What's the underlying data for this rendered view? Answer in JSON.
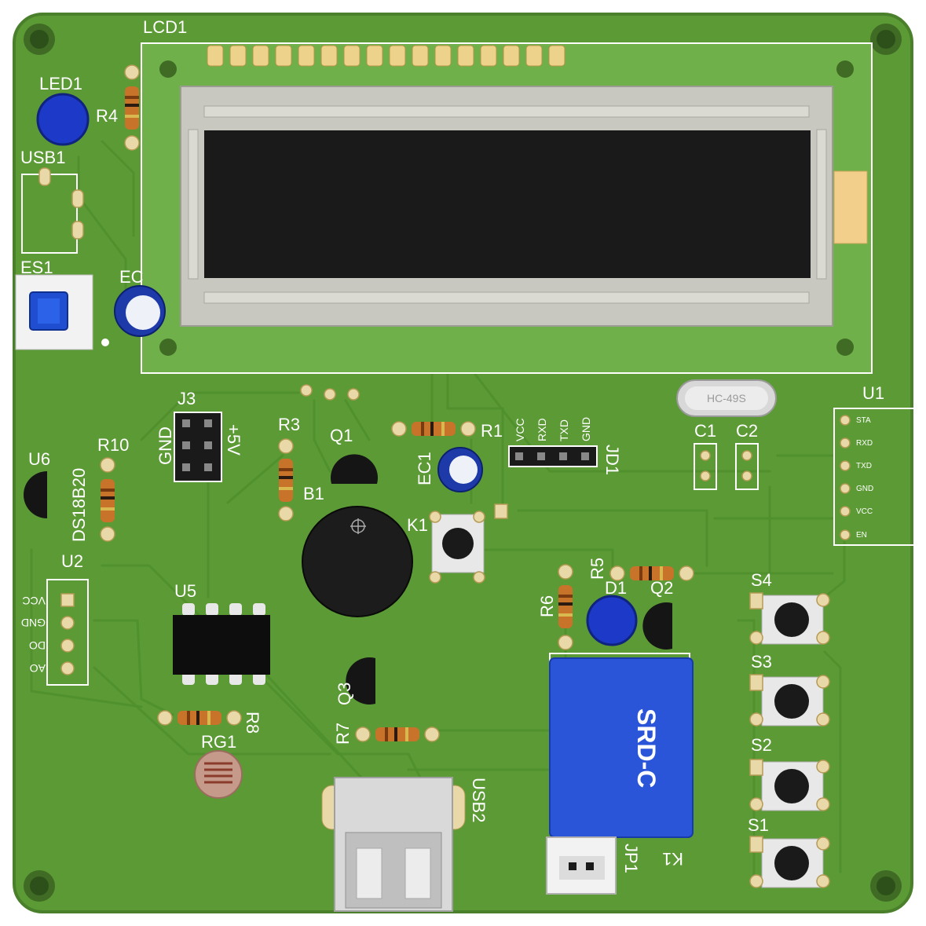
{
  "colors": {
    "board": "#5b9a35",
    "board_edge": "#4a7f2b",
    "lcd_frame": "#6fb04a",
    "lcd_bezel": "#c9c8c0",
    "lcd_screen": "#1a1a1a",
    "led": "#1d39c8",
    "relay": "#2a55d8",
    "ic_black": "#0d0d0d",
    "resistor": "#c8732a"
  },
  "labels": {
    "lcd1": "LCD1",
    "led1": "LED1",
    "r4": "R4",
    "usb1": "USB1",
    "es1": "ES1",
    "ec": "EC",
    "j3": "J3",
    "gnd": "GND",
    "plus5v": "+5V",
    "r3": "R3",
    "q1": "Q1",
    "b1": "B1",
    "r1": "R1",
    "ec1": "EC1",
    "jd1": "JD1",
    "jd1_pins": [
      "VCC",
      "RXD",
      "TXD",
      "GND"
    ],
    "crystal": "HC-49S",
    "c1": "C1",
    "c2": "C2",
    "u1": "U1",
    "u1_pins": [
      "STA",
      "RXD",
      "TXD",
      "GND",
      "VCC",
      "EN"
    ],
    "u6": "U6",
    "r10": "R10",
    "ds18b20": "DS18B20",
    "u2": "U2",
    "u2_pins": [
      "VCC",
      "GND",
      "DO",
      "AO"
    ],
    "k1": "K1",
    "u5": "U5",
    "r5": "R5",
    "r6": "R6",
    "d1": "D1",
    "q2": "Q2",
    "s4": "S4",
    "s3": "S3",
    "s2": "S2",
    "s1": "S1",
    "q3": "Q3",
    "r7": "R7",
    "r8": "R8",
    "rg1": "RG1",
    "usb2": "USB2",
    "relay": "SRD-C",
    "k1_relay": "K1",
    "jp1": "JP1"
  }
}
